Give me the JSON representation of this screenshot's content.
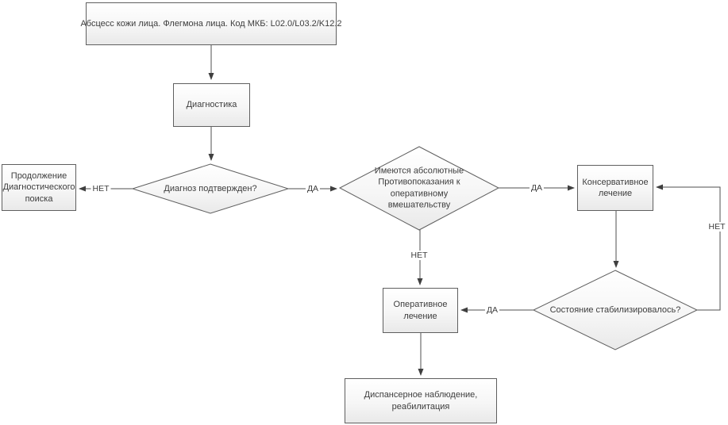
{
  "flowchart": {
    "nodes": {
      "start": "Абсцесс кожи лица. Флегмона лица. Код МКБ: L02.0/L03.2/K12.2",
      "diagnostics": "Диагностика",
      "decision_diagnosis_confirmed": "Диагноз подтвержден?",
      "continue_diagnostic_search": "Продолжение Диагностического поиска",
      "decision_contraindications": "Имеются абсолютные Противопоказания к оперативному вмешательству",
      "conservative_treatment": "Консервативное лечение",
      "decision_stabilized": "Состояние стабилизировалось?",
      "operative_treatment": "Оперативное лечение",
      "dispensary_observation": "Диспансерное наблюдение, реабилитация"
    },
    "edge_labels": {
      "diagnosis_no": "НЕТ",
      "diagnosis_yes": "ДА",
      "contraindications_yes": "ДА",
      "contraindications_no": "НЕТ",
      "stabilized_yes": "ДА",
      "stabilized_no": "НЕТ"
    },
    "colors": {
      "line": "#4f4f4f",
      "shape_border": "#5f5f5f",
      "shape_fill_top": "#ffffff",
      "shape_fill_bottom": "#e9e9e9",
      "text": "#3d3d3d",
      "background": "#ffffff"
    }
  }
}
